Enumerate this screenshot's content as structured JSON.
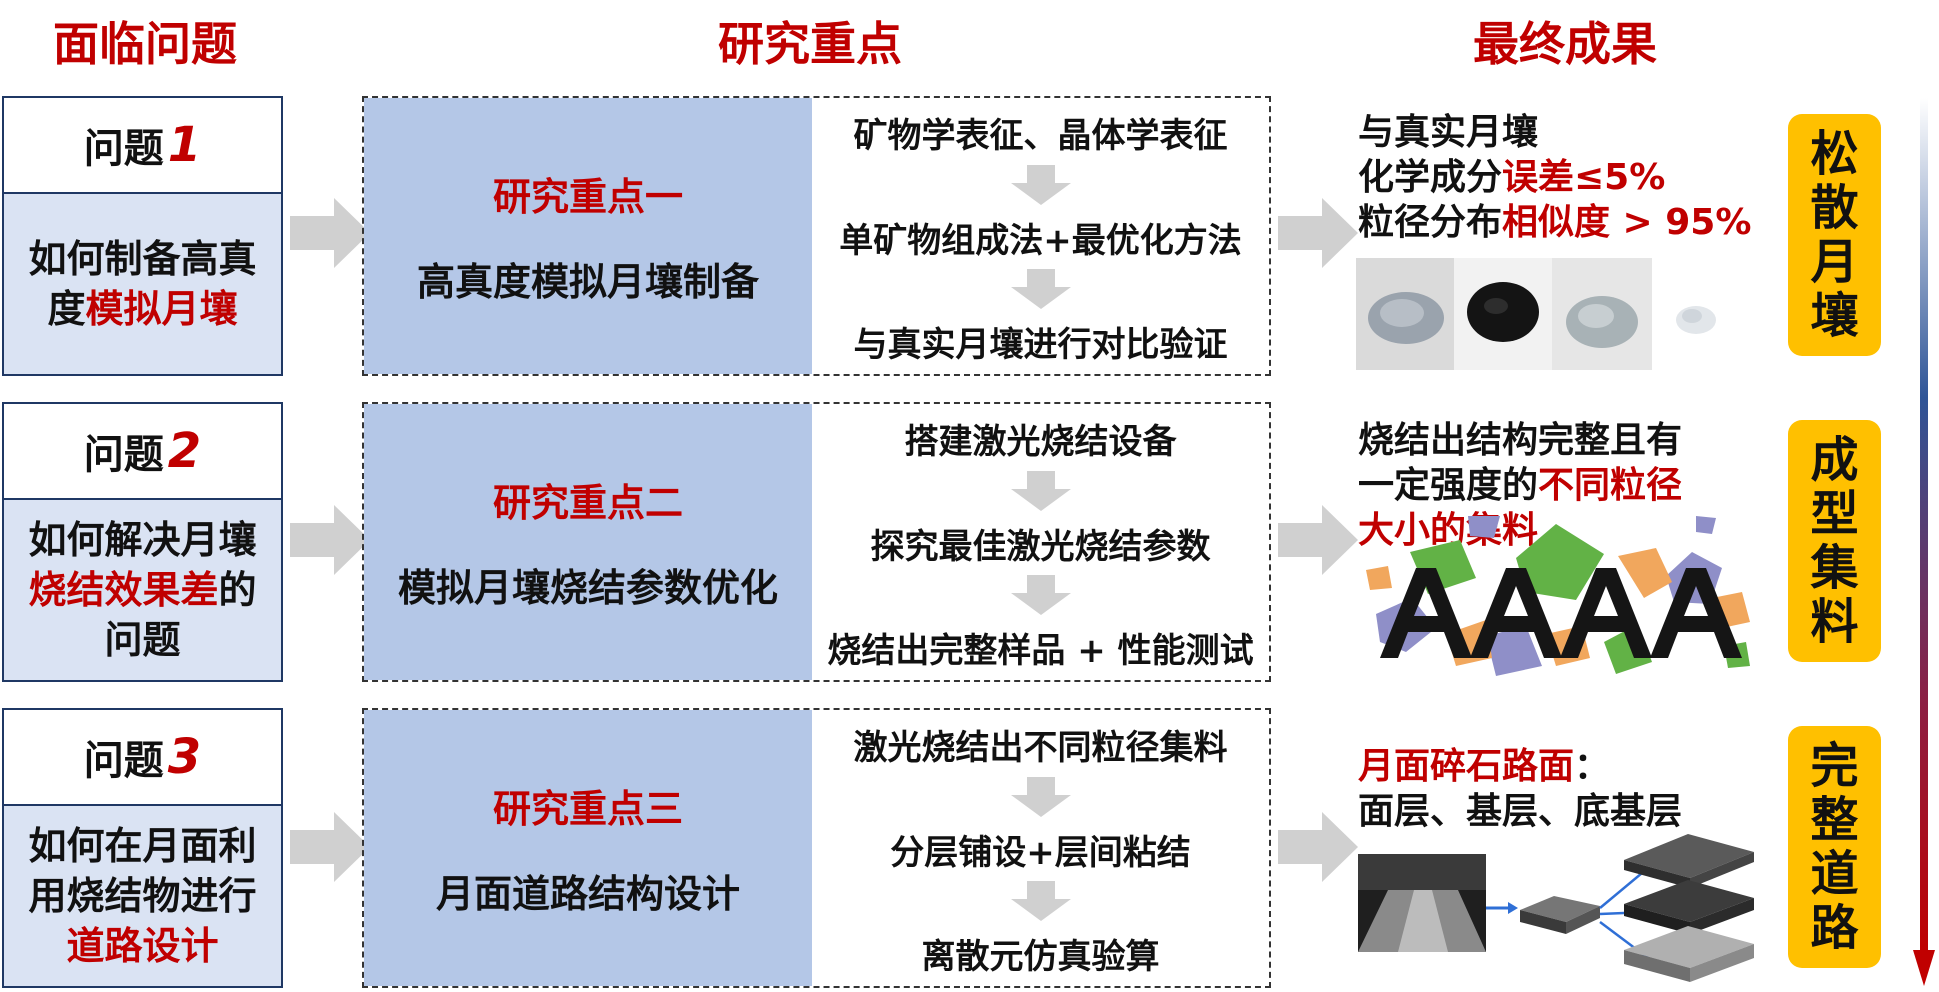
{
  "headers": {
    "problems": "面临问题",
    "focus": "研究重点",
    "results": "最终成果"
  },
  "problems": [
    {
      "label": "问题",
      "num": "1",
      "lines": [
        [
          {
            "t": "如何制备高真"
          }
        ],
        [
          {
            "t": "度"
          },
          {
            "t": "模拟月壤",
            "red": true
          }
        ]
      ]
    },
    {
      "label": "问题",
      "num": "2",
      "lines": [
        [
          {
            "t": "如何解决月壤"
          }
        ],
        [
          {
            "t": "烧结效果差",
            "red": true
          },
          {
            "t": "的"
          }
        ],
        [
          {
            "t": "问题"
          }
        ]
      ]
    },
    {
      "label": "问题",
      "num": "3",
      "lines": [
        [
          {
            "t": "如何在月面利"
          }
        ],
        [
          {
            "t": "用烧结物进行"
          }
        ],
        [
          {
            "t": "道路设计",
            "red": true
          }
        ]
      ]
    }
  ],
  "focus": [
    {
      "title": "研究重点一",
      "subtitle": "高真度模拟月壤制备",
      "steps": [
        "矿物学表征、晶体学表征",
        "单矿物组成法+最优化方法",
        "与真实月壤进行对比验证"
      ]
    },
    {
      "title": "研究重点二",
      "subtitle": "模拟月壤烧结参数优化",
      "steps": [
        "搭建激光烧结设备",
        "探究最佳激光烧结参数",
        "烧结出完整样品 + 性能测试"
      ]
    },
    {
      "title": "研究重点三",
      "subtitle": "月面道路结构设计",
      "steps": [
        "激光烧结出不同粒径集料",
        "分层铺设+层间粘结",
        "离散元仿真验算"
      ]
    }
  ],
  "results": [
    {
      "lines": [
        [
          {
            "t": "与真实月壤"
          }
        ],
        [
          {
            "t": "化学成分"
          },
          {
            "t": "误差≤5%",
            "red": true
          }
        ],
        [
          {
            "t": "粒径分布"
          },
          {
            "t": "相似度 > 95%",
            "red": true
          }
        ]
      ]
    },
    {
      "lines": [
        [
          {
            "t": "烧结出结构完整且有"
          }
        ],
        [
          {
            "t": "一定强度的"
          },
          {
            "t": "不同粒径",
            "red": true
          }
        ],
        [
          {
            "t": "大小的集料",
            "red": true
          }
        ]
      ]
    },
    {
      "lines": [
        [
          {
            "t": "月面碎石路面",
            "red": true
          },
          {
            "t": "："
          }
        ],
        [
          {
            "t": "面层、基层、底基层"
          }
        ]
      ]
    }
  ],
  "outcomes": [
    {
      "chars": [
        "松",
        "散",
        "月",
        "壤"
      ]
    },
    {
      "chars": [
        "成",
        "型",
        "集",
        "料"
      ]
    },
    {
      "chars": [
        "完",
        "整",
        "道",
        "路"
      ]
    }
  ],
  "colors": {
    "accent_red": "#c00000",
    "problem_fill": "#dae3f3",
    "focus_fill": "#b4c7e7",
    "outcome_fill": "#ffc000",
    "arrow_gray": "#d0d0d0"
  }
}
